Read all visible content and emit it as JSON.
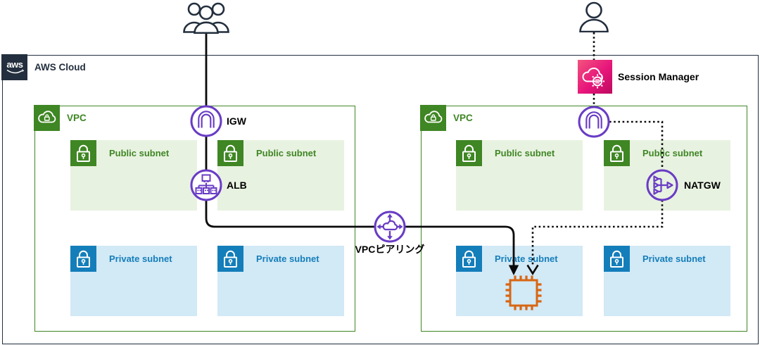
{
  "header": {
    "logo_text": "aws",
    "label": "AWS Cloud"
  },
  "vpcs": [
    {
      "label": "VPC",
      "subnets": [
        {
          "type": "public",
          "label": "Public subnet"
        },
        {
          "type": "public",
          "label": "Public subnet"
        },
        {
          "type": "private",
          "label": "Private subnet"
        },
        {
          "type": "private",
          "label": "Private subnet"
        }
      ]
    },
    {
      "label": "VPC",
      "subnets": [
        {
          "type": "public",
          "label": "Public subnet"
        },
        {
          "type": "public",
          "label": "Public subnet"
        },
        {
          "type": "private",
          "label": "Private subnet"
        },
        {
          "type": "private",
          "label": "Private subnet"
        }
      ]
    }
  ],
  "nodes": {
    "users": {
      "label": ""
    },
    "user": {
      "label": ""
    },
    "session_manager": {
      "label": "Session Manager"
    },
    "igw_left": {
      "label": "IGW"
    },
    "alb": {
      "label": "ALB"
    },
    "igw_right": {
      "label": ""
    },
    "natgw": {
      "label": "NATGW"
    },
    "vpc_peering": {
      "label": "VPCピアリング"
    },
    "ec2_instance": {
      "label": ""
    }
  },
  "icons": {
    "users": "users-icon",
    "user": "user-icon",
    "session_manager": "cloud-gear-icon",
    "igw": "internet-gateway-arch-icon",
    "alb": "load-balancer-icon",
    "natgw": "nat-gateway-icon",
    "vpc_peering": "cloud-four-arrows-icon",
    "vpc_tag": "cloud-lock-icon",
    "subnet_tag": "lock-icon",
    "ec2_instance": "chip-icon",
    "aws_logo": "aws-logo"
  },
  "edges": [
    {
      "from": "users",
      "to": "ec2_instance",
      "via": [
        "igw_left",
        "alb",
        "vpc_peering"
      ],
      "style": "solid",
      "arrow": "filled-down"
    },
    {
      "from": "user",
      "to": "session_manager",
      "style": "dotted",
      "arrow": "none"
    },
    {
      "from": "session_manager",
      "to": "igw_right",
      "style": "dotted",
      "arrow": "none"
    },
    {
      "from": "igw_right",
      "to": "ec2_instance",
      "via": [
        "natgw"
      ],
      "style": "dotted",
      "arrow": "open-down"
    }
  ],
  "colors": {
    "dark_navy": "#232F3E",
    "green": "#3F8624",
    "green_light": "#E8F2E1",
    "blue": "#147EBA",
    "blue_light": "#D2E9F6",
    "purple": "#693CC5",
    "orange": "#D86613",
    "pink": "#E7157B",
    "line_black": "#0A0A0A"
  }
}
